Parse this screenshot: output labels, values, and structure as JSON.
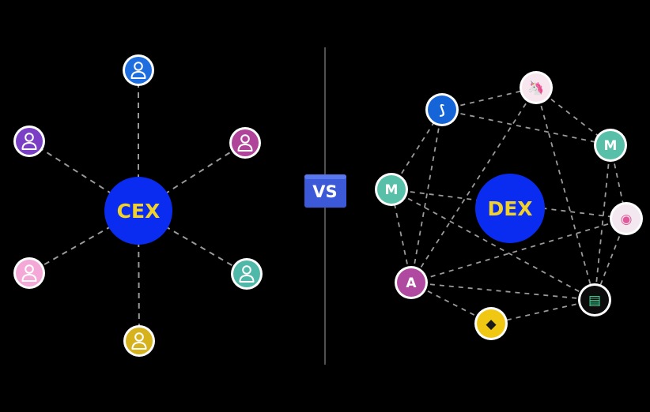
{
  "colors": {
    "background": "#000000",
    "hub_fill": "#0a2cf0",
    "hub_text": "#f0d22a",
    "edge": "#9a9a9a",
    "divider": "#6a6a6a",
    "vs_fill": "#3c5ad8",
    "vs_text": "#ffffff"
  },
  "vs_badge": {
    "label": "VS"
  },
  "cex": {
    "label": "CEX",
    "users": [
      {
        "name": "user-icon",
        "color": "#1e6ee0"
      },
      {
        "name": "user-icon",
        "color": "#7a3fc4"
      },
      {
        "name": "user-icon",
        "color": "#b0449a"
      },
      {
        "name": "user-icon",
        "color": "#f4a8d8"
      },
      {
        "name": "user-icon",
        "color": "#4fb8a8"
      },
      {
        "name": "user-icon",
        "color": "#d6b21c"
      }
    ]
  },
  "dex": {
    "label": "DEX",
    "tokens": [
      {
        "name": "uniswap-icon",
        "color": "#f8e6ee",
        "glyph": "🦄",
        "glyph_color": "#e0468a"
      },
      {
        "name": "yearn-icon",
        "color": "#1565d8",
        "glyph": "⟆",
        "glyph_color": "#ffffff"
      },
      {
        "name": "maker-icon",
        "color": "#58c0a8",
        "glyph": "M",
        "glyph_color": "#ffffff"
      },
      {
        "name": "maker-icon",
        "color": "#58c0a8",
        "glyph": "M",
        "glyph_color": "#ffffff"
      },
      {
        "name": "sushi-icon",
        "color": "#f4e8f0",
        "glyph": "◉",
        "glyph_color": "#e05a9a"
      },
      {
        "name": "aave-icon",
        "color": "#b04aa0",
        "glyph": "A",
        "glyph_color": "#ffffff"
      },
      {
        "name": "compound-icon",
        "color": "#0c0c0c",
        "glyph": "▤",
        "glyph_color": "#3ee0a0"
      },
      {
        "name": "ethereum-icon",
        "color": "#f0c814",
        "glyph": "◆",
        "glyph_color": "#1a1a1a"
      }
    ]
  }
}
